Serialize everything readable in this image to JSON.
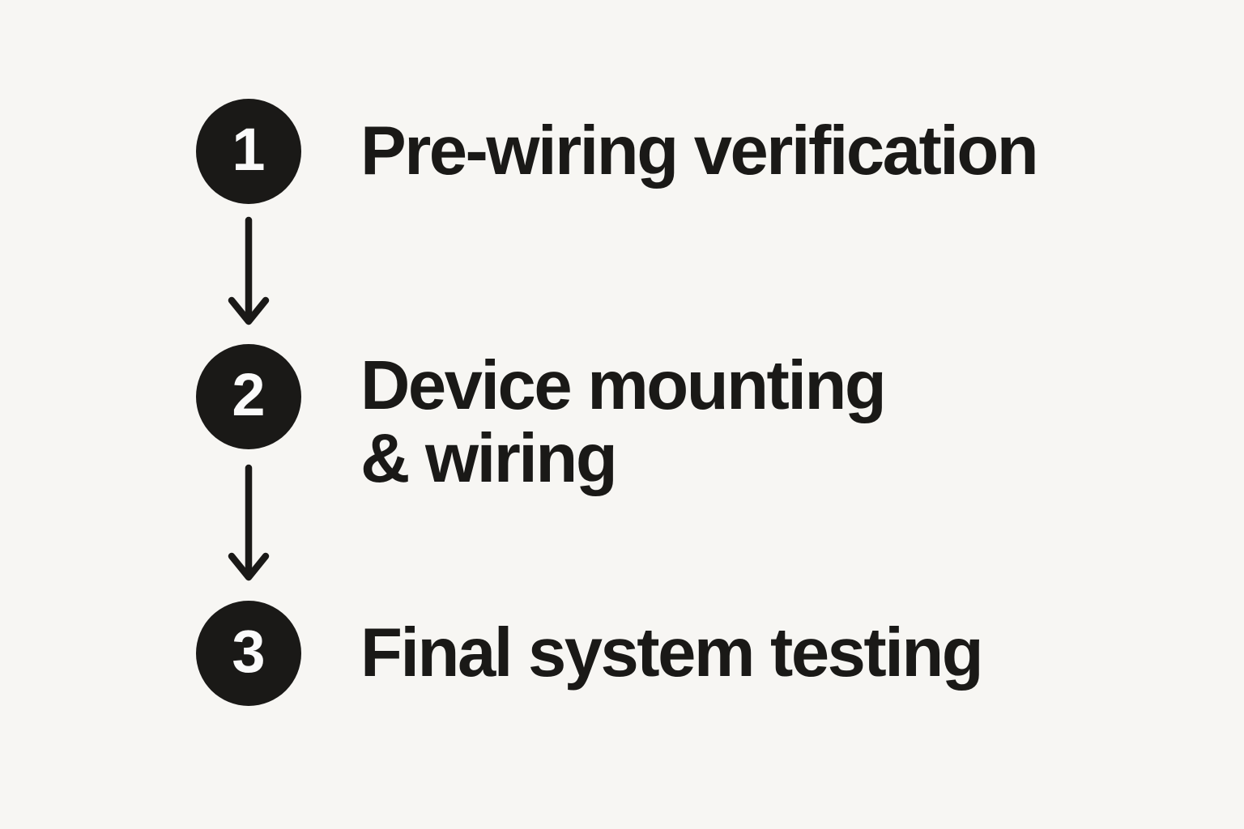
{
  "theme": {
    "background": "#f7f6f3",
    "ink": "#1a1917",
    "badge_fill": "#1a1917",
    "badge_text_color": "#fafafa"
  },
  "diagram": {
    "type": "vertical-step-flow",
    "steps": [
      {
        "number": "1",
        "lines": [
          "Pre-wiring verification"
        ]
      },
      {
        "number": "2",
        "lines": [
          "Device mounting",
          "& wiring"
        ]
      },
      {
        "number": "3",
        "lines": [
          "Final system testing"
        ]
      }
    ],
    "connectors": [
      {
        "from": "1",
        "to": "2",
        "style": "arrow-down"
      },
      {
        "from": "2",
        "to": "3",
        "style": "arrow-down"
      }
    ]
  }
}
